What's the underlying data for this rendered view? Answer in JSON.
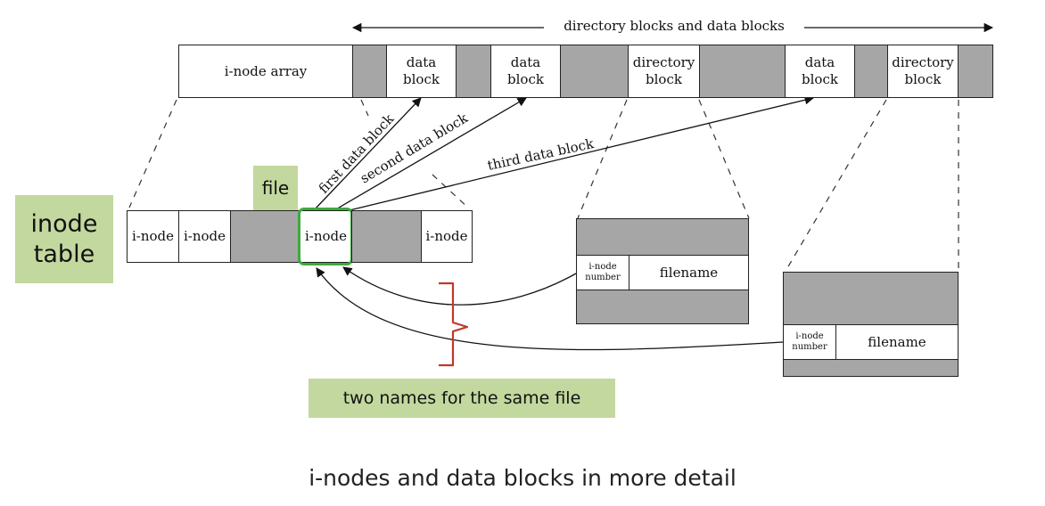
{
  "disk_label": "directory blocks and data blocks",
  "disk_row": {
    "inode_array": "i-node array",
    "data_block_1": [
      "data",
      "block"
    ],
    "data_block_2": [
      "data",
      "block"
    ],
    "directory_block_1": [
      "directory",
      "block"
    ],
    "data_block_3": [
      "data",
      "block"
    ],
    "directory_block_2": [
      "directory",
      "block"
    ]
  },
  "pointer_labels": {
    "first": "first data block",
    "second": "second data block",
    "third": "third data block"
  },
  "inode_table": {
    "label": [
      "inode",
      "table"
    ],
    "cell_label": "i-node",
    "file_tag": "file"
  },
  "directory_entry": {
    "inode_number": [
      "i-node",
      "number"
    ],
    "filename": "filename"
  },
  "brace_note": "two names for the same file",
  "caption": "i-nodes and data blocks in more detail",
  "colors": {
    "shaded_block": "#a6a6a6",
    "tag_green": "#c2d89e",
    "file_highlight": "#3daa3d",
    "brace_red": "#c0392b"
  }
}
